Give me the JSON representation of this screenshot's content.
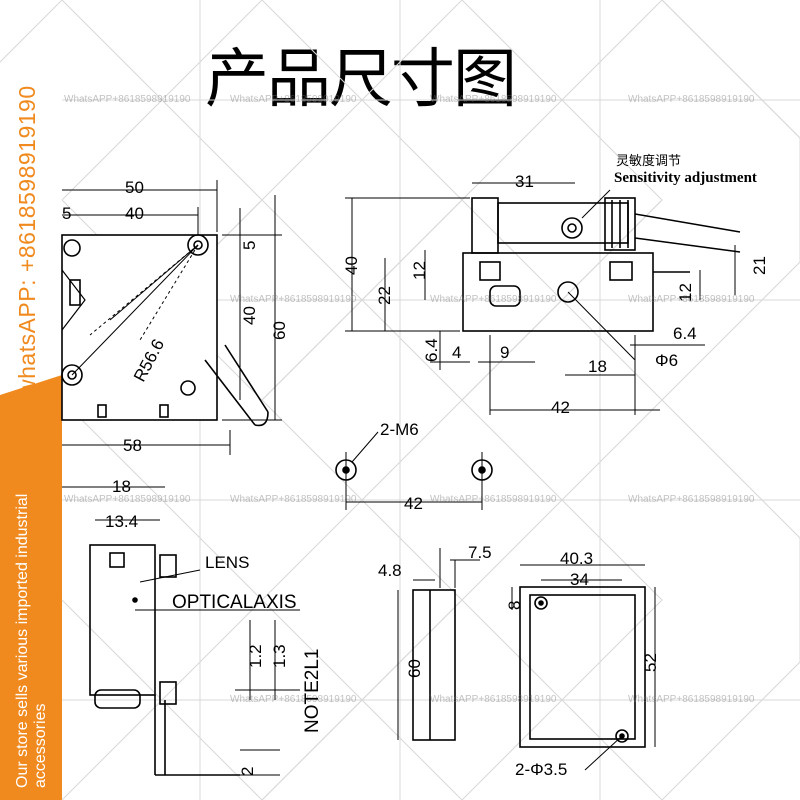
{
  "title": "产品尺寸图",
  "banner": {
    "phone": "whatsAPP: +8618598919190",
    "store": "Our store sells various imported industrial accessories",
    "accent_color": "#f08a1e"
  },
  "watermark": "WhatsAPP+8618598919190",
  "views": {
    "front": {
      "d50": "50",
      "d40": "40",
      "d5a": "5",
      "d5b": "5",
      "d40v": "40",
      "d60": "60",
      "d58": "58",
      "radius": "R56.6"
    },
    "side": {
      "cn_label": "灵敏度调节",
      "sensitivity": "Sensitivity adjustment",
      "d31": "31",
      "d40": "40",
      "d22": "22",
      "d12a": "12",
      "d6_4": "6.4",
      "d4": "4",
      "d9": "9",
      "d21": "21",
      "d12b": "12",
      "d6_4b": "6.4",
      "d18": "18",
      "phi6": "Φ6",
      "d42": "42"
    },
    "holes": {
      "label": "2-M6",
      "d42": "42"
    },
    "lens_view": {
      "d18": "18",
      "d13_4": "13.4",
      "lens": "LENS",
      "optical": "OPTICALAXIS",
      "d1_2": "1.2",
      "d1_3": "1.3",
      "note": "NOTE2L1",
      "d2": "2"
    },
    "bracket": {
      "d4_8": "4.8",
      "d7_5": "7.5",
      "d60": "60"
    },
    "plate": {
      "d40_3": "40.3",
      "d34": "34",
      "d8": "8",
      "d52": "52",
      "holes": "2-Φ3.5"
    }
  }
}
